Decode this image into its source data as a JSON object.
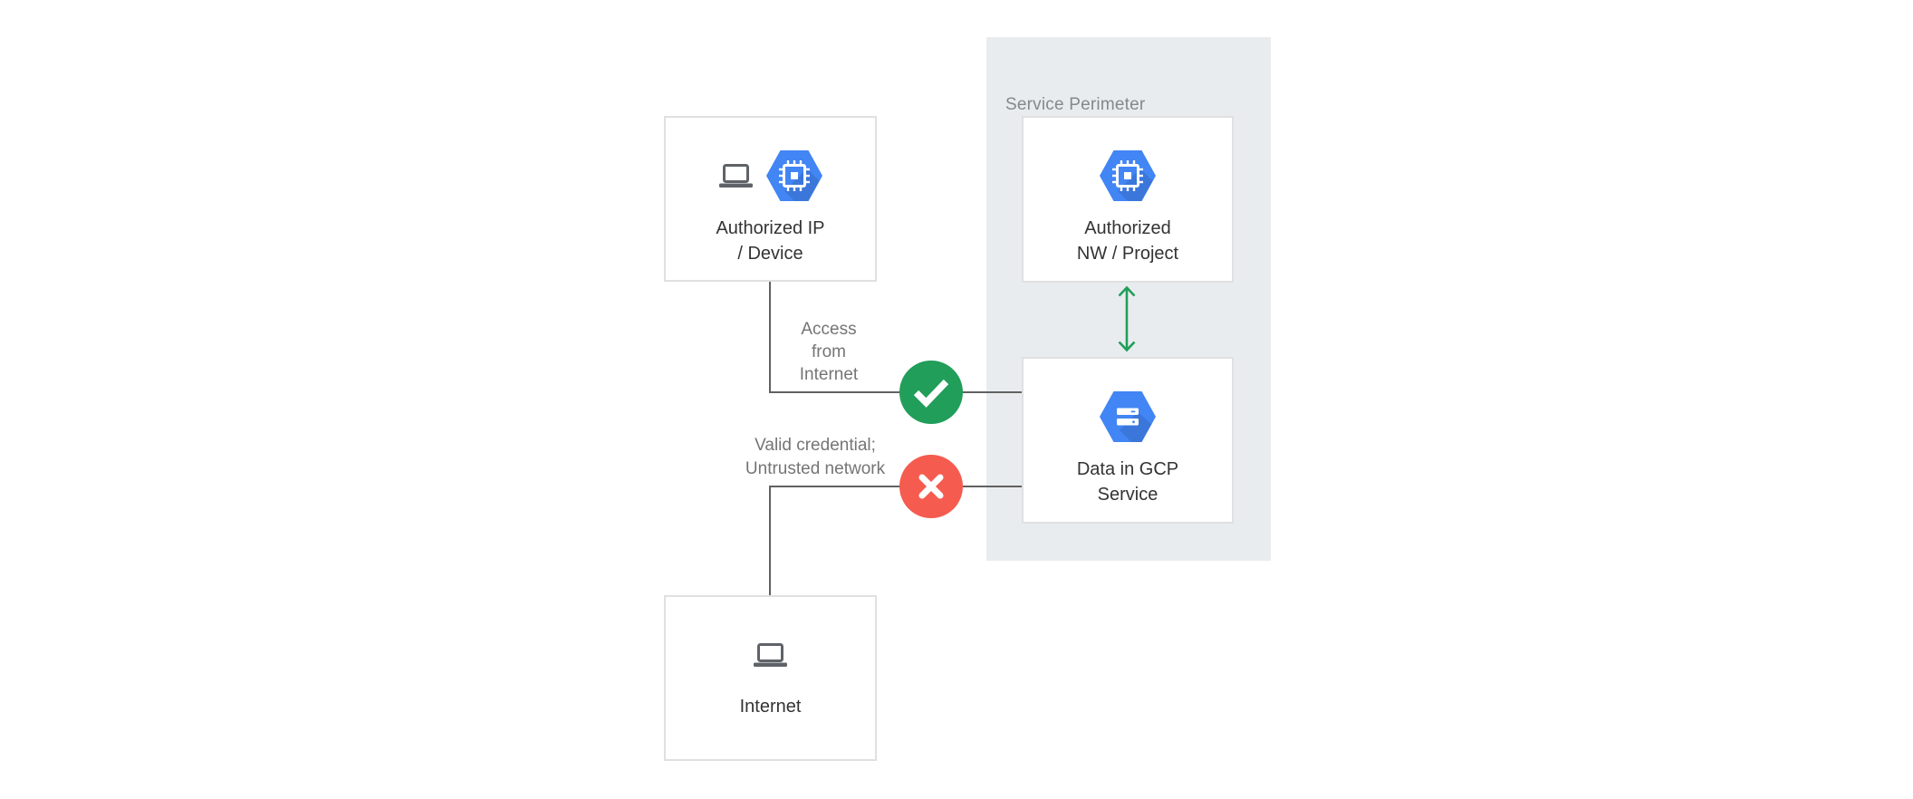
{
  "diagram": {
    "perimeter": {
      "label": "Service Perimeter"
    },
    "nodes": {
      "authorized_ip_device": {
        "label": "Authorized IP\n/ Device",
        "icons": [
          "laptop-icon",
          "compute-engine-hexagon-icon"
        ]
      },
      "authorized_nw_project": {
        "label": "Authorized\nNW / Project",
        "icons": [
          "compute-engine-hexagon-icon"
        ]
      },
      "data_in_gcp_service": {
        "label": "Data in GCP\nService",
        "icons": [
          "cloud-storage-hexagon-icon"
        ]
      },
      "internet": {
        "label": "Internet",
        "icons": [
          "laptop-icon"
        ]
      }
    },
    "connections": {
      "allowed": {
        "from": "authorized_ip_device",
        "to": "data_in_gcp_service",
        "label": "Access\nfrom\nInternet",
        "badge": "check-allowed"
      },
      "denied": {
        "from": "internet",
        "to": "data_in_gcp_service",
        "label": "Valid credential;\nUntrusted network",
        "badge": "cross-denied"
      },
      "perimeter_internal": {
        "from": "authorized_nw_project",
        "to": "data_in_gcp_service",
        "style": "double-headed-green-arrow"
      }
    },
    "colors": {
      "gcp_blue": "#4285F4",
      "allowed_green": "#219E5A",
      "denied_red": "#F55B4E",
      "perimeter_bg": "#E9ECEF",
      "box_border": "#E0E0E0",
      "connector_gray": "#616161",
      "node_label_dark": "#333333",
      "edge_label_gray": "#757575",
      "perimeter_label_gray": "#84888C",
      "icon_gray": "#5F6368"
    }
  }
}
